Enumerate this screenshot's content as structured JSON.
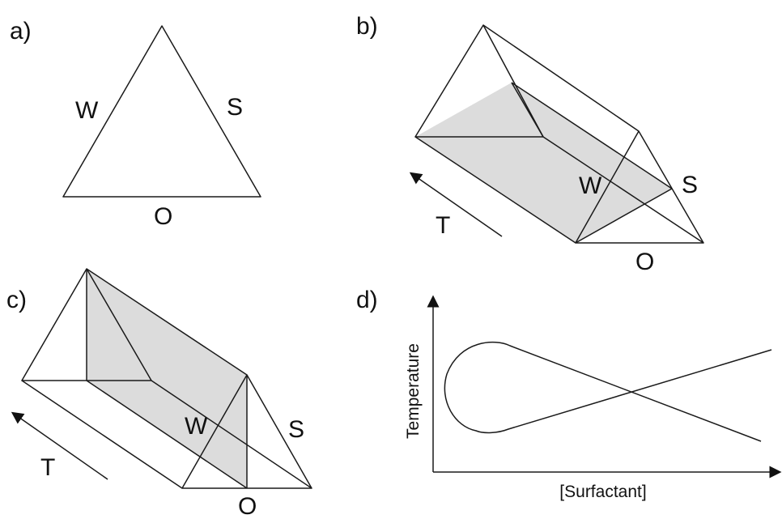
{
  "panels": {
    "a": {
      "letter": "a)",
      "w": "W",
      "s": "S",
      "o": "O"
    },
    "b": {
      "letter": "b)",
      "w": "W",
      "s": "S",
      "o": "O",
      "t": "T"
    },
    "c": {
      "letter": "c)",
      "w": "W",
      "s": "S",
      "o": "O",
      "t": "T"
    },
    "d": {
      "letter": "d)",
      "ylabel": "Temperature",
      "xlabel": "[Surfactant]"
    }
  },
  "colors": {
    "plane": "#dcdcdc",
    "line": "#1a1a1a"
  }
}
